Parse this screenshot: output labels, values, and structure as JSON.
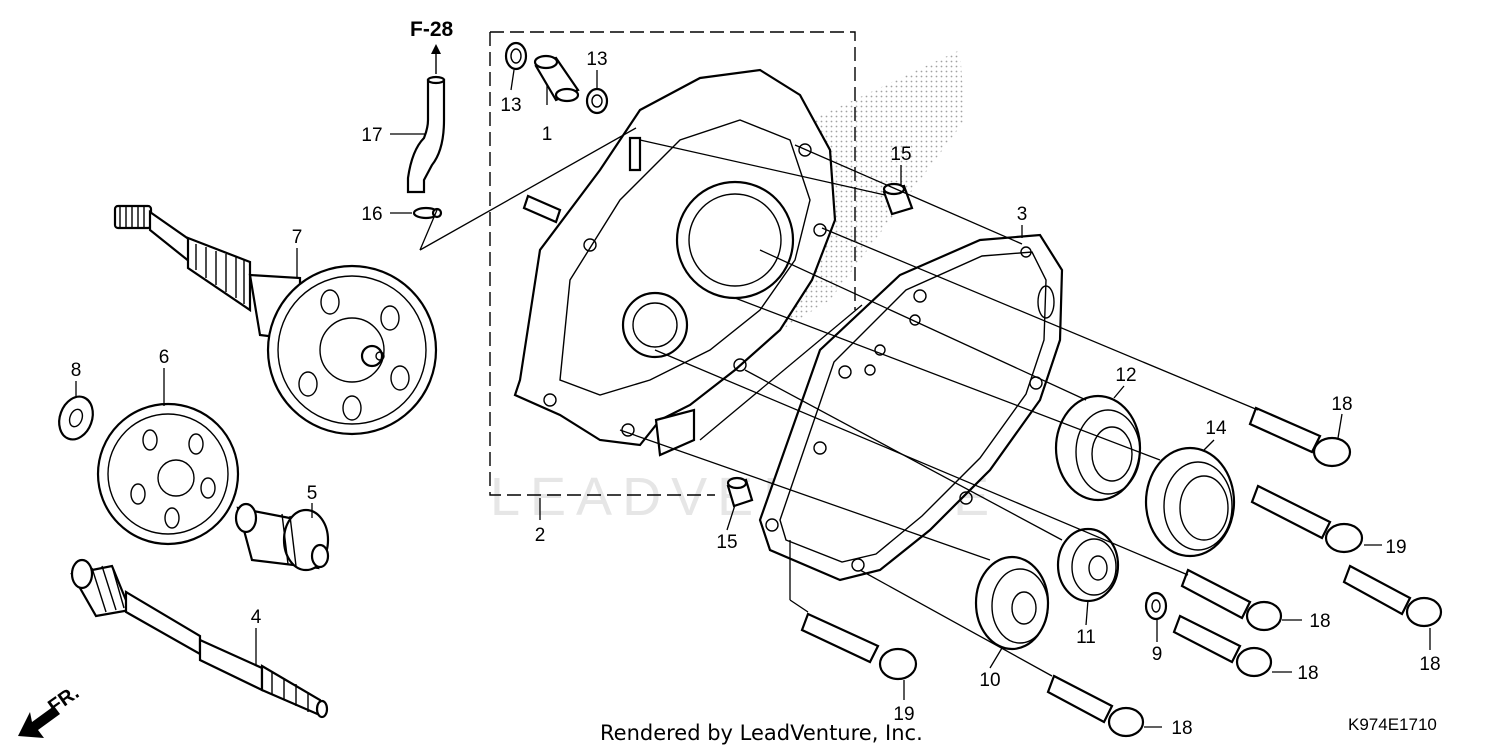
{
  "diagram": {
    "reference": "F-28",
    "credit": "Rendered by LeadVenture, Inc.",
    "code": "K974E1710",
    "direction_label": "FR.",
    "watermark": "LEADVENTURE"
  },
  "callouts": [
    {
      "id": "c1",
      "label": "1"
    },
    {
      "id": "c2",
      "label": "2"
    },
    {
      "id": "c3",
      "label": "3"
    },
    {
      "id": "c4",
      "label": "4"
    },
    {
      "id": "c5",
      "label": "5"
    },
    {
      "id": "c6",
      "label": "6"
    },
    {
      "id": "c7",
      "label": "7"
    },
    {
      "id": "c8",
      "label": "8"
    },
    {
      "id": "c9",
      "label": "9"
    },
    {
      "id": "c10",
      "label": "10"
    },
    {
      "id": "c11",
      "label": "11"
    },
    {
      "id": "c12",
      "label": "12"
    },
    {
      "id": "c13a",
      "label": "13"
    },
    {
      "id": "c13b",
      "label": "13"
    },
    {
      "id": "c14",
      "label": "14"
    },
    {
      "id": "c15a",
      "label": "15"
    },
    {
      "id": "c15b",
      "label": "15"
    },
    {
      "id": "c16",
      "label": "16"
    },
    {
      "id": "c17",
      "label": "17"
    },
    {
      "id": "c18a",
      "label": "18"
    },
    {
      "id": "c18b",
      "label": "18"
    },
    {
      "id": "c18c",
      "label": "18"
    },
    {
      "id": "c18d",
      "label": "18"
    },
    {
      "id": "c18e",
      "label": "18"
    },
    {
      "id": "c19a",
      "label": "19"
    },
    {
      "id": "c19b",
      "label": "19"
    }
  ]
}
